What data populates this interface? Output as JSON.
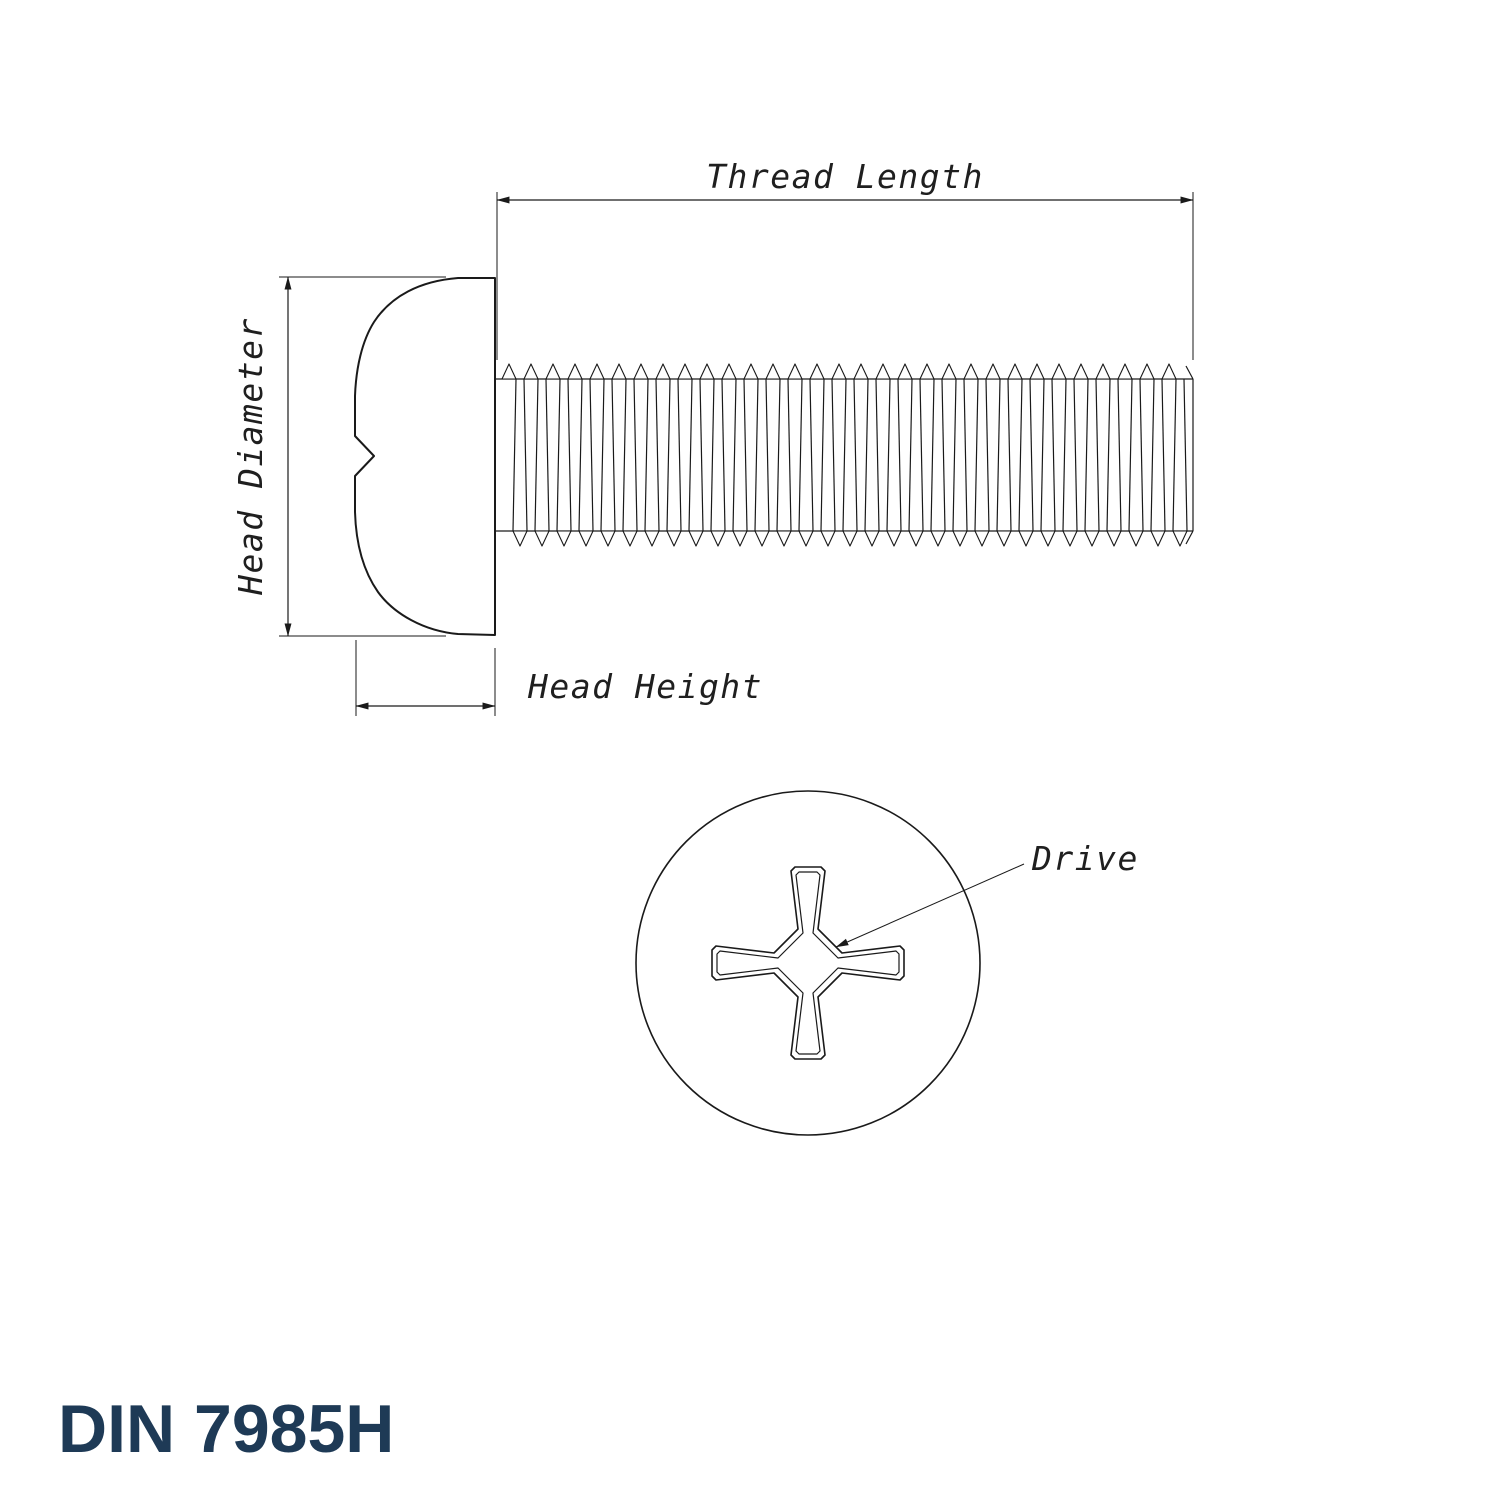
{
  "title": "DIN 7985H",
  "labels": {
    "thread_length": "Thread Length",
    "head_diameter": "Head Diameter",
    "head_height": "Head Height",
    "drive": "Drive"
  },
  "colors": {
    "line": "#1a1a1a",
    "title": "#1e3a56"
  }
}
